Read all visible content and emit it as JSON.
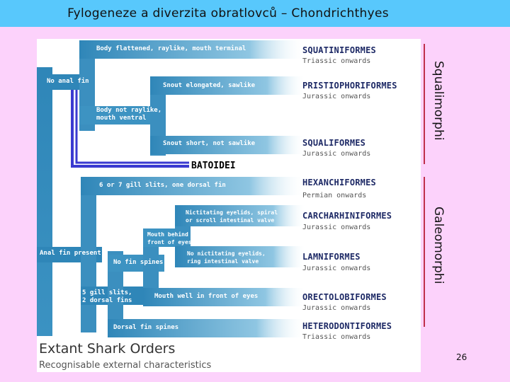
{
  "title": "Fylogeneze a diverzita obratlovců – Chondrichthyes",
  "page_number": "26",
  "diagram": {
    "characters": {
      "body_flattened": "Body flattened, raylike, mouth terminal",
      "no_anal_fin": "No anal fin",
      "snout_elongated": "Snout elongated, sawlike",
      "body_not_raylike": "Body not raylike,\nmouth ventral",
      "snout_short": "Snout short, not sawlike",
      "gill_slits_6_7": "6 or 7 gill slits, one dorsal fin",
      "nictitating": "Nictitating eyelids, spiral\nor scroll intestinal valve",
      "mouth_behind": "Mouth behind\nfront of eyes",
      "no_nictitating": "No nictitating eyelids,\nring intestinal valve",
      "anal_fin_present": "Anal fin present",
      "no_fin_spines": "No fin spines",
      "five_gill": "5 gill slits,\n2 dorsal fins",
      "mouth_well": "Mouth well in front of eyes",
      "dorsal_fin_spines": "Dorsal fin spines"
    },
    "orders": [
      {
        "name": "SQUATINIFORMES",
        "era": "Triassic onwards"
      },
      {
        "name": "PRISTIOPHORIFORMES",
        "era": "Jurassic onwards"
      },
      {
        "name": "SQUALIFORMES",
        "era": "Jurassic onwards"
      },
      {
        "name": "HEXANCHIFORMES",
        "era": "Permian onwards"
      },
      {
        "name": "CARCHARHINIFORMES",
        "era": "Jurassic onwards"
      },
      {
        "name": "LAMNIFORMES",
        "era": "Jurassic onwards"
      },
      {
        "name": "ORECTOLOBIFORMES",
        "era": "Jurassic onwards"
      },
      {
        "name": "HETERODONTIFORMES",
        "era": "Triassic onwards"
      }
    ],
    "batoidei": "BATOIDEI",
    "footer_title": "Extant Shark Orders",
    "footer_subtitle": "Recognisable external characteristics"
  },
  "groups": {
    "squalimorphi": "Squalimorphi",
    "galeomorphi": "Galeomorphi"
  },
  "colors": {
    "title_bar": "#58c8fc",
    "background": "#fcd2fb",
    "branch": "#3b8fbf",
    "batoidei_line": "#3a3ad0",
    "group_line": "#c0304a"
  }
}
